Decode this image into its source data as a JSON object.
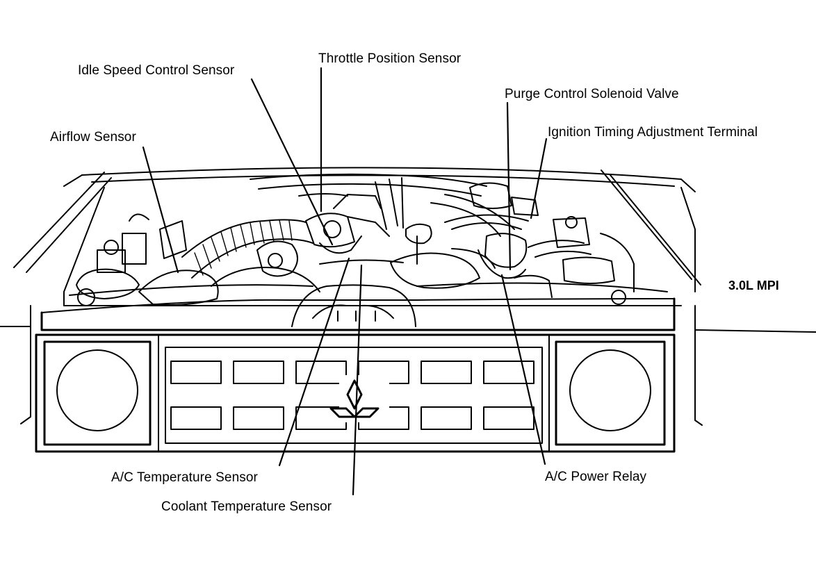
{
  "model_label": "3.0L MPI",
  "callouts": {
    "throttle_position_sensor": "Throttle Position Sensor",
    "idle_speed_control_sensor": "Idle Speed Control Sensor",
    "purge_control_solenoid_valve": "Purge Control Solenoid Valve",
    "ignition_timing_adjustment_terminal": "Ignition Timing Adjustment Terminal",
    "airflow_sensor": "Airflow Sensor",
    "ac_temperature_sensor": "A/C Temperature Sensor",
    "coolant_temperature_sensor": "Coolant Temperature Sensor",
    "ac_power_relay": "A/C Power Relay"
  }
}
